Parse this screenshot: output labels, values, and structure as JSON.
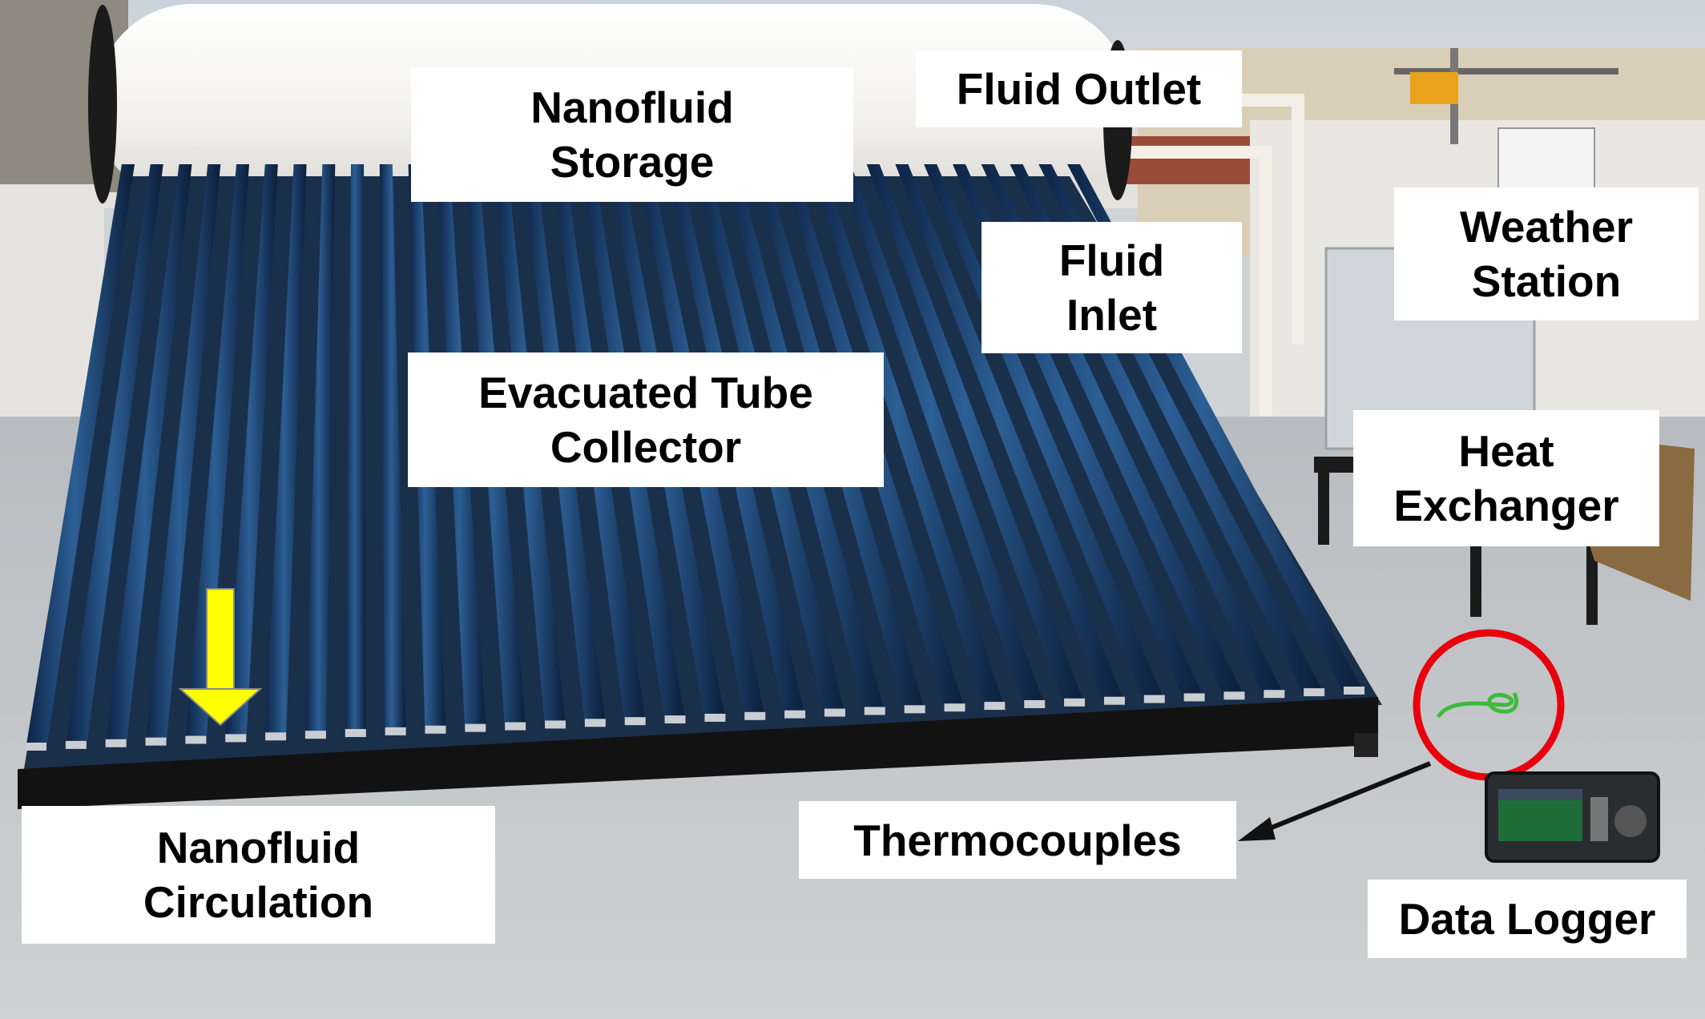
{
  "labels": {
    "nanofluid_storage": [
      "Nanofluid",
      "Storage"
    ],
    "fluid_outlet": [
      "Fluid Outlet"
    ],
    "fluid_inlet": [
      "Fluid",
      "Inlet"
    ],
    "weather_station": [
      "Weather",
      "Station"
    ],
    "evacuated_tube_collector": [
      "Evacuated Tube",
      "Collector"
    ],
    "heat_exchanger": [
      "Heat",
      "Exchanger"
    ],
    "thermocouples": [
      "Thermocouples"
    ],
    "nanofluid_circulation": [
      "Nanofluid",
      "Circulation"
    ],
    "data_logger": [
      "Data Logger"
    ]
  },
  "colors": {
    "tube": "#163a66",
    "arrow_yellow": "#ffff00",
    "circle_red": "#e8000f",
    "wire_green": "#3dbb3d",
    "frame_black": "#111111"
  },
  "icons": [
    "yellow-arrow-icon",
    "red-circle-icon",
    "pointer-arrow-icon"
  ]
}
